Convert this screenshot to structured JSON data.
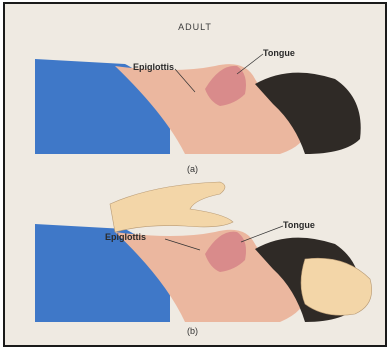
{
  "figure": {
    "title": "ADULT",
    "panel_a": {
      "epiglottis": "Epiglottis",
      "tongue": "Tongue",
      "caption": "(a)"
    },
    "panel_b": {
      "epiglottis": "Epiglottis",
      "tongue": "Tongue",
      "caption": "(b)"
    }
  },
  "colors": {
    "background": "#efeae2",
    "shirt": "#3f78c8",
    "skin": "#ebb79f",
    "hair": "#2f2a26",
    "airway": "#d98b8b",
    "hand": "#f3d6a8"
  }
}
